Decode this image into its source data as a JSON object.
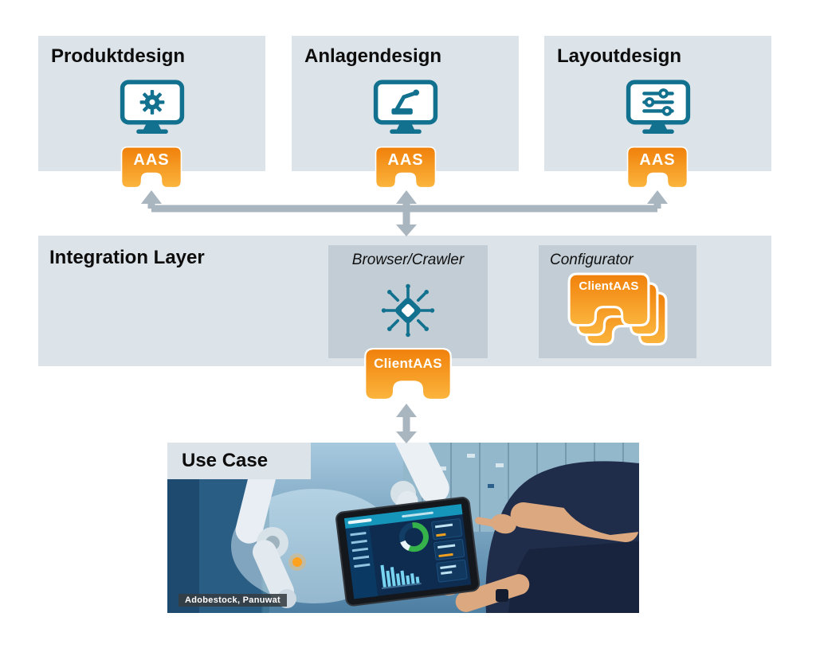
{
  "colors": {
    "panel_bg": "#dce3e9",
    "inner_panel_bg": "#c2cdd5",
    "teal": "#11718e",
    "orange_top": "#f0800a",
    "orange_bottom": "#fbb53d",
    "arrow_gray": "#a9b5bf",
    "badge_text": "#ffffff"
  },
  "top_row": [
    {
      "title": "Produktdesign",
      "icon": "monitor-gear-icon",
      "badge_label": "AAS"
    },
    {
      "title": "Anlagendesign",
      "icon": "monitor-machine-icon",
      "badge_label": "AAS"
    },
    {
      "title": "Layoutdesign",
      "icon": "monitor-sliders-icon",
      "badge_label": "AAS"
    }
  ],
  "integration_layer": {
    "title": "Integration Layer",
    "browser_crawler": {
      "label": "Browser/Crawler",
      "icon": "chip-crawler-icon",
      "badge_label": "ClientAAS"
    },
    "configurator": {
      "label": "Configurator",
      "badge_label": "ClientAAS",
      "stack_count": 3
    }
  },
  "use_case": {
    "title": "Use Case",
    "photo_credit": "Adobestock, Panuwat"
  }
}
